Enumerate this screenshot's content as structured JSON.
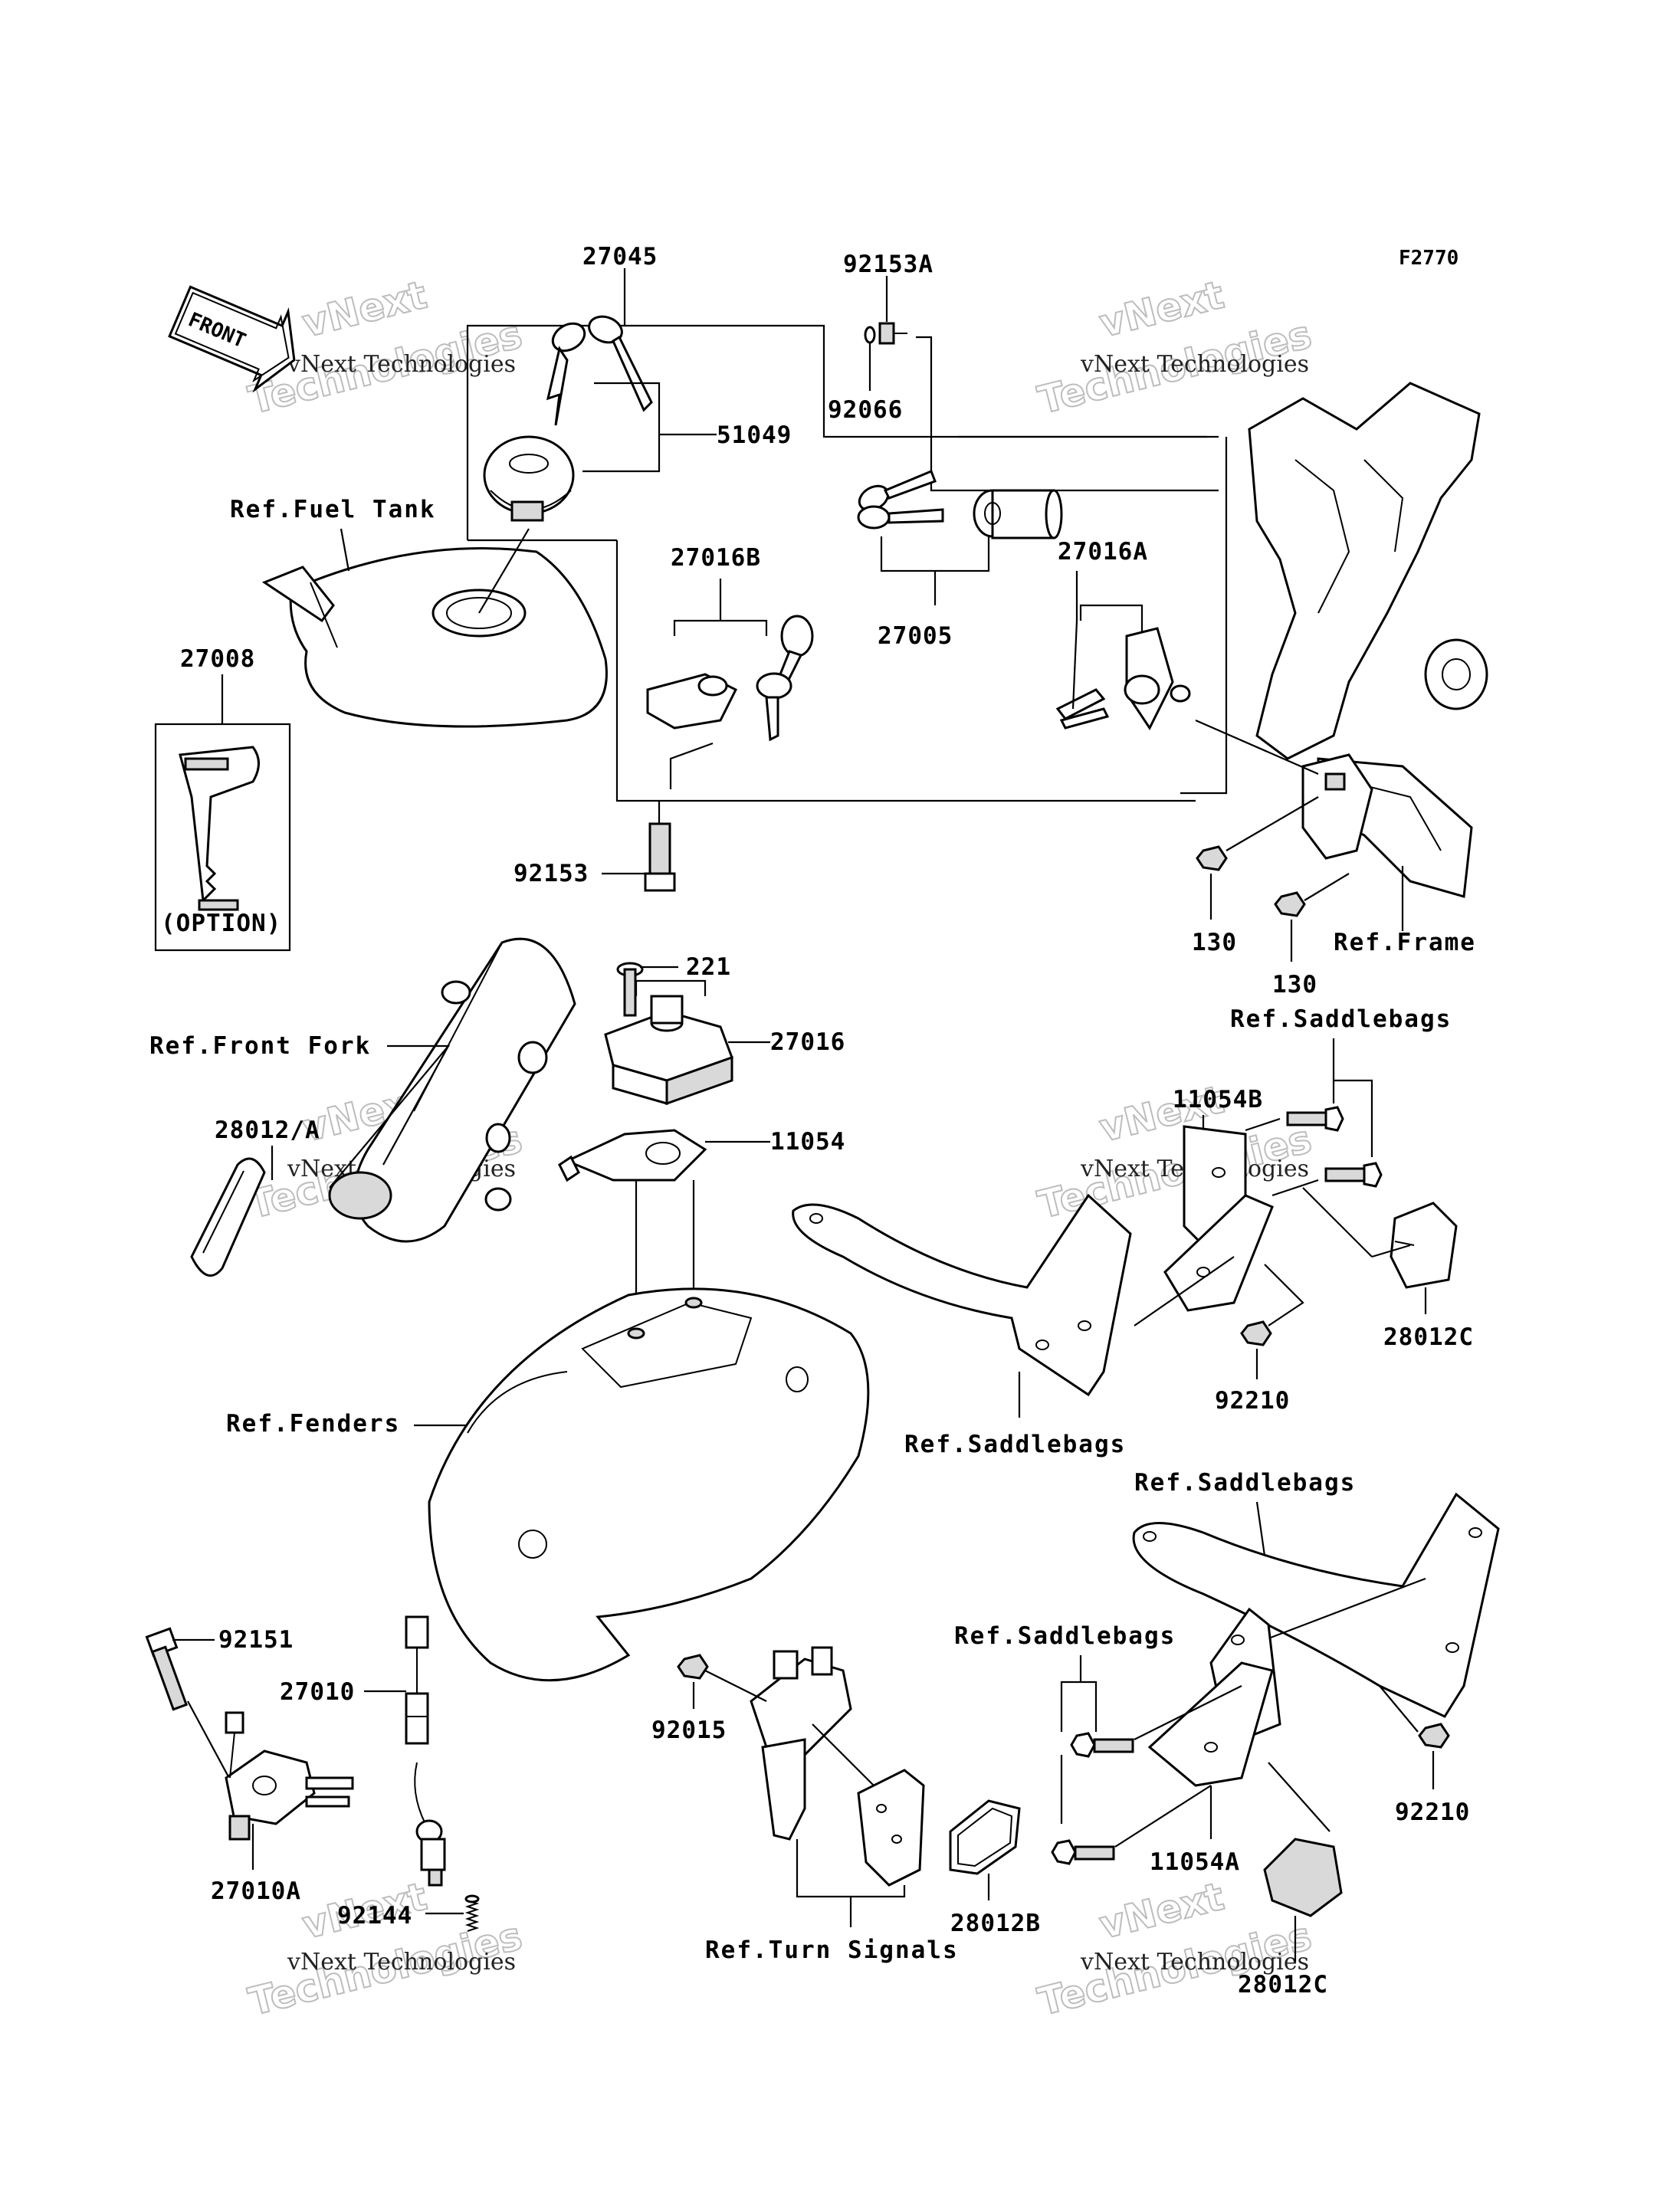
{
  "figure_code": "F2770",
  "front_arrow_text": "FRONT",
  "part_numbers": {
    "p27045": "27045",
    "p92153A": "92153A",
    "p92066": "92066",
    "p51049": "51049",
    "p27016B": "27016B",
    "p27005": "27005",
    "p27016A": "27016A",
    "p27008": "27008",
    "p92153": "92153",
    "p130a": "130",
    "p130b": "130",
    "p221": "221",
    "p27016": "27016",
    "p11054": "11054",
    "p28012A": "28012/A",
    "p11054B": "11054B",
    "p28012C_top": "28012C",
    "p92210_top": "92210",
    "p92151": "92151",
    "p27010": "27010",
    "p27010A": "27010A",
    "p92144": "92144",
    "p92015": "92015",
    "p28012B": "28012B",
    "p11054A": "11054A",
    "p92210_bot": "92210",
    "p28012C_bot": "28012C"
  },
  "references": {
    "fuel_tank": "Ref.Fuel Tank",
    "frame": "Ref.Frame",
    "front_fork": "Ref.Front Fork",
    "saddlebags_1": "Ref.Saddlebags",
    "saddlebags_2": "Ref.Saddlebags",
    "saddlebags_3": "Ref.Saddlebags",
    "saddlebags_4": "Ref.Saddlebags",
    "fenders": "Ref.Fenders",
    "turn_signals": "Ref.Turn Signals"
  },
  "option_label": "(OPTION)",
  "watermark": {
    "vnext": "vNext",
    "company": "vNext Technologies",
    "tech": "Technologies"
  }
}
